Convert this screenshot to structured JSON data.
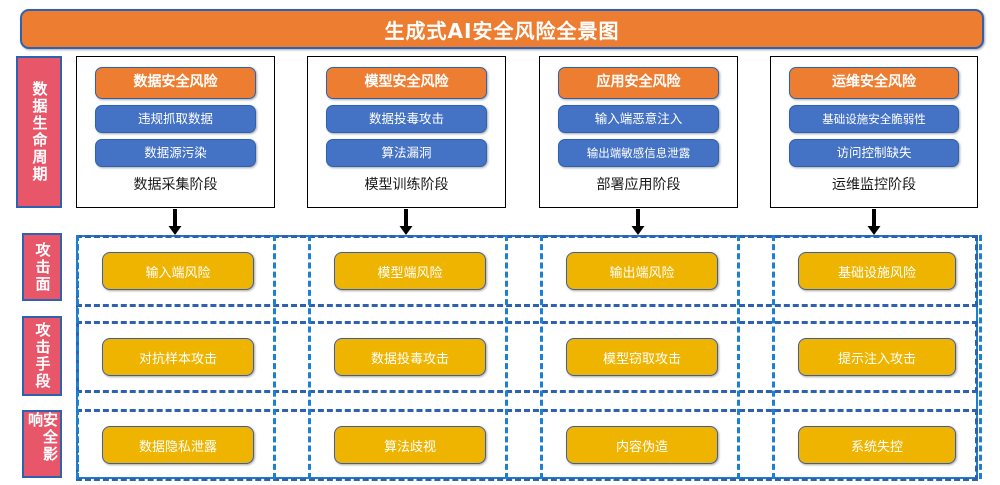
{
  "title": "生成式AI安全风险全景图",
  "theme": {
    "title_bg": "#ED7D31",
    "border_blue": "#2E62B0",
    "accent_blue": "#1B7FD4",
    "item_blue": "#4472C4",
    "side_pink": "#E8566A",
    "cell_gold": "#EFB400"
  },
  "sidebar": {
    "items": [
      {
        "label": "数据生命周期"
      },
      {
        "label": "攻击面"
      },
      {
        "label": "攻击手段"
      },
      {
        "label": "安全影响"
      }
    ]
  },
  "lifecycle": {
    "stages": [
      {
        "header": "数据安全风险",
        "items": [
          "违规抓取数据",
          "数据源污染"
        ],
        "caption": "数据采集阶段"
      },
      {
        "header": "模型安全风险",
        "items": [
          "数据投毒攻击",
          "算法漏洞"
        ],
        "caption": "模型训练阶段"
      },
      {
        "header": "应用安全风险",
        "items": [
          "输入端恶意注入",
          "输出端敏感信息泄露"
        ],
        "caption": "部署应用阶段"
      },
      {
        "header": "运维安全风险",
        "items": [
          "基础设施安全脆弱性",
          "访问控制缺失"
        ],
        "caption": "运维监控阶段"
      }
    ]
  },
  "matrix": {
    "rows": [
      {
        "name": "攻击面",
        "cells": [
          "输入端风险",
          "模型端风险",
          "输出端风险",
          "基础设施风险"
        ]
      },
      {
        "name": "攻击手段",
        "cells": [
          "对抗样本攻击",
          "数据投毒攻击",
          "模型窃取攻击",
          "提示注入攻击"
        ]
      },
      {
        "name": "安全影响",
        "cells": [
          "数据隐私泄露",
          "算法歧视",
          "内容伪造",
          "系统失控"
        ]
      }
    ]
  }
}
